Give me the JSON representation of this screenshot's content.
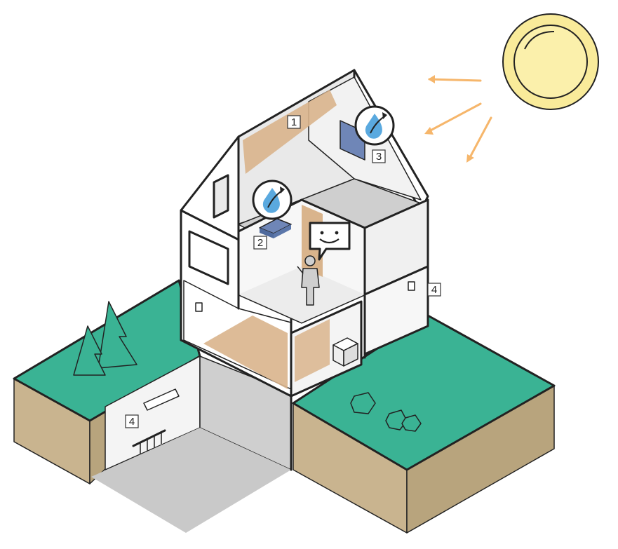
{
  "labels": {
    "l1": "1",
    "l2": "2",
    "l3": "3",
    "l4a": "4",
    "l4b": "4"
  },
  "icons": [
    "sun-icon",
    "water-drop-icon",
    "smiley-face-icon",
    "person-icon",
    "tree-icon",
    "bush-icon"
  ],
  "colors": {
    "grass": "#3ab394",
    "soil": "#c9b48f",
    "wood": "#d9b48c",
    "sun": "#f9eb9a",
    "sun_stroke": "#f2c94c",
    "ray": "#f6b66b",
    "wall": "#ffffff",
    "floor": "#dddddd",
    "drop": "#5aa9df",
    "panel": "#6f86b7",
    "line": "#222222"
  }
}
